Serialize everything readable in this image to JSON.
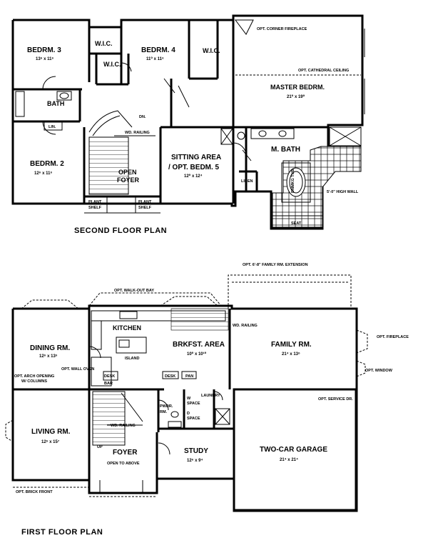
{
  "second_floor": {
    "title": "SECOND FLOOR PLAN",
    "rooms": {
      "bedrm3": {
        "name": "BEDRM. 3",
        "dim": "13⁶ x 11⁶"
      },
      "bedrm4": {
        "name": "BEDRM. 4",
        "dim": "11⁰ x 11⁶"
      },
      "wic1": "W.I.C.",
      "wic2": "W.I.C.",
      "wic3": "W.I.C.",
      "bath": "BATH",
      "lin": "LIN.",
      "bedrm2": {
        "name": "BEDRM. 2",
        "dim": "12⁶ x 11⁶"
      },
      "open_foyer": {
        "line1": "OPEN",
        "line2": "FOYER"
      },
      "plant_shelf_left": {
        "line1": "PLANT",
        "line2": "SHELF"
      },
      "plant_shelf_right": {
        "line1": "PLANT",
        "line2": "SHELF"
      },
      "sitting": {
        "line1": "SITTING AREA",
        "line2": "/ OPT. BEDM. 5",
        "dim": "12⁰ x 12⁴"
      },
      "master": {
        "name": "MASTER BEDRM.",
        "dim": "21⁰ x 19⁰"
      },
      "mbath": "M. BATH",
      "linen": "LINEN",
      "seat": "SEAT",
      "tub": "DNMKG TUB"
    },
    "notes": {
      "dn": "DN.",
      "wd_railing": "WD. RAILING",
      "corner_fireplace": "OPT. CORNER FIREPLACE",
      "cathedral": "OPT. CATHEDRAL CEILING",
      "high_wall": "5'-0\" HIGH WALL"
    }
  },
  "first_floor": {
    "title": "FIRST  FLOOR  PLAN",
    "rooms": {
      "dining": {
        "name": "DINING RM.",
        "dim": "12⁶ x 13⁶"
      },
      "kitchen": "KITCHEN",
      "brkfst": {
        "name": "BRKFST.  AREA",
        "dim": "10⁰ x 10¹⁰"
      },
      "family": {
        "name": "FAMILY RM.",
        "dim": "21⁴ x 13⁶"
      },
      "living": {
        "name": "LIVING RM.",
        "dim": "12⁶ x 15⁷"
      },
      "foyer": "FOYER",
      "pwdr": {
        "line1": "PWDR.",
        "line2": "RM."
      },
      "laundry": "LAUNDRY",
      "study": {
        "name": "STUDY",
        "dim": "12⁶ x 9⁴"
      },
      "garage": {
        "name": "TWO-CAR GARAGE",
        "dim": "21⁴ x 21⁴"
      },
      "w_space": {
        "line1": "W",
        "line2": "SPACE"
      },
      "d_space": {
        "line1": "D",
        "line2": "SPACE"
      },
      "desk": "DESK",
      "pan": "PAN",
      "bar": "BAR"
    },
    "notes": {
      "family_ext": "OPT. 6'-8\" FAMILY RM. EXTENSION",
      "walkout_bay": "OPT. WALK-OUT BAY",
      "wd_railing_1": "WD. RAILING",
      "wd_railing_2": "WD. RAILING",
      "island": "ISLAND",
      "opt_fireplace": "OPT. FIREPLACE",
      "opt_window": "OPT. WINDOW",
      "wall_oven": "OPT. WALL OVEN",
      "arch1": "OPT. ARCH OPENING",
      "arch2": "W/ COLUMNS",
      "service_dr": "OPT. SERVICE DR.",
      "open_above": "OPEN TO ABOVE",
      "brick_front": "OPT. BRICK FRONT",
      "up": "UP"
    }
  }
}
